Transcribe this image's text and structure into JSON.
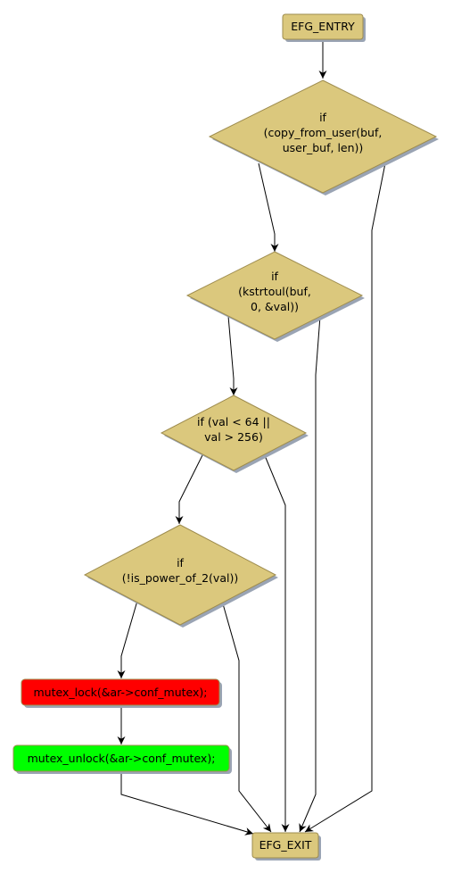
{
  "colors": {
    "terminal_fill": "#dbc87d",
    "decision_fill": "#dbc87d",
    "node_border": "#9e8c4e",
    "red_fill": "#ff0000",
    "green_fill": "#00ff00",
    "shadow": "#9aa4b4",
    "edge": "#000000"
  },
  "nodes": {
    "entry": {
      "lines": [
        "EFG_ENTRY"
      ]
    },
    "dec1": {
      "lines": [
        "if",
        "(copy_from_user(buf,",
        "user_buf, len))"
      ]
    },
    "dec2": {
      "lines": [
        "if",
        "(kstrtoul(buf,",
        "0, &val))"
      ]
    },
    "dec3": {
      "lines": [
        "if (val < 64 ||",
        "val > 256)"
      ]
    },
    "dec4": {
      "lines": [
        "if",
        "(!is_power_of_2(val))"
      ]
    },
    "lock": {
      "lines": [
        "mutex_lock(&ar->conf_mutex);"
      ]
    },
    "unlock": {
      "lines": [
        "mutex_unlock(&ar->conf_mutex);"
      ]
    },
    "exit": {
      "lines": [
        "EFG_EXIT"
      ]
    }
  }
}
